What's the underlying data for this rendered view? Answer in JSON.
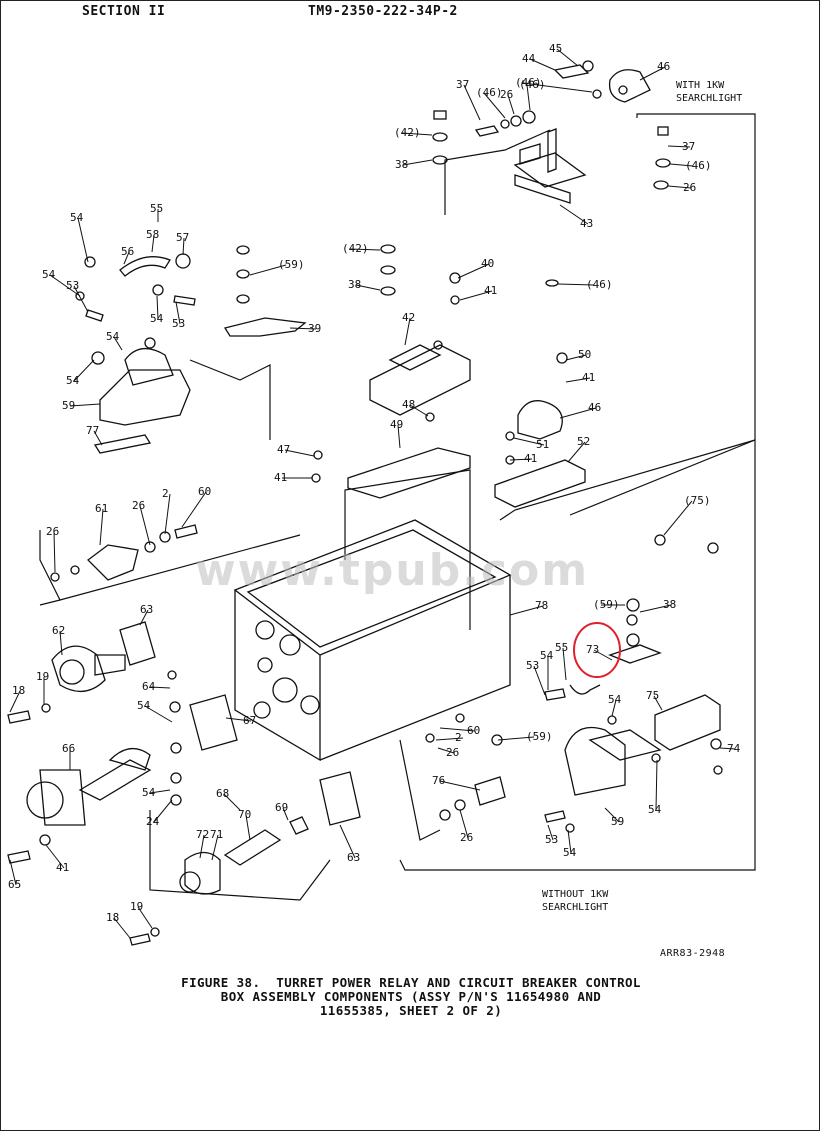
{
  "header": {
    "section": "SECTION II",
    "doc_number": "TM9-2350-222-34P-2"
  },
  "watermark": "www.tpub.com",
  "notes": {
    "with_light": [
      "WITH 1KW",
      "SEARCHLIGHT"
    ],
    "without_light": [
      "WITHOUT 1KW",
      "SEARCHLIGHT"
    ]
  },
  "callouts": [
    "45",
    "44",
    "(46)",
    "46",
    "37",
    "(46)",
    "26",
    "(46)",
    "(42)",
    "38",
    "(42)",
    "38",
    "43",
    "(46)",
    "37",
    "(46)",
    "26",
    "55",
    "58",
    "57",
    "56",
    "54",
    "54",
    "53",
    "54",
    "53",
    "54",
    "54",
    "59",
    "77",
    "(59)",
    "39",
    "40",
    "41",
    "42",
    "48",
    "49",
    "50",
    "41",
    "46",
    "51",
    "41",
    "52",
    "47",
    "41",
    "61",
    "26",
    "2",
    "60",
    "26",
    "(75)",
    "78",
    "63",
    "62",
    "18",
    "19",
    "64",
    "54",
    "67",
    "66",
    "54",
    "24",
    "68",
    "69",
    "70",
    "72",
    "71",
    "63",
    "65",
    "41",
    "18",
    "19",
    "(59)",
    "38",
    "73",
    "55",
    "54",
    "53",
    "54",
    "75",
    "60",
    "2",
    "26",
    "(59)",
    "76",
    "26",
    "53",
    "54",
    "59",
    "54",
    "74"
  ],
  "reference_code": "ARR83-2948",
  "caption": [
    "FIGURE 38.  TURRET POWER RELAY AND CIRCUIT BREAKER CONTROL",
    "BOX ASSEMBLY COMPONENTS (ASSY P/N'S 11654980 AND",
    "11655385, SHEET 2 OF 2)"
  ],
  "colors": {
    "ink": "#111111",
    "highlight": "#e0202a",
    "paper": "#ffffff"
  }
}
